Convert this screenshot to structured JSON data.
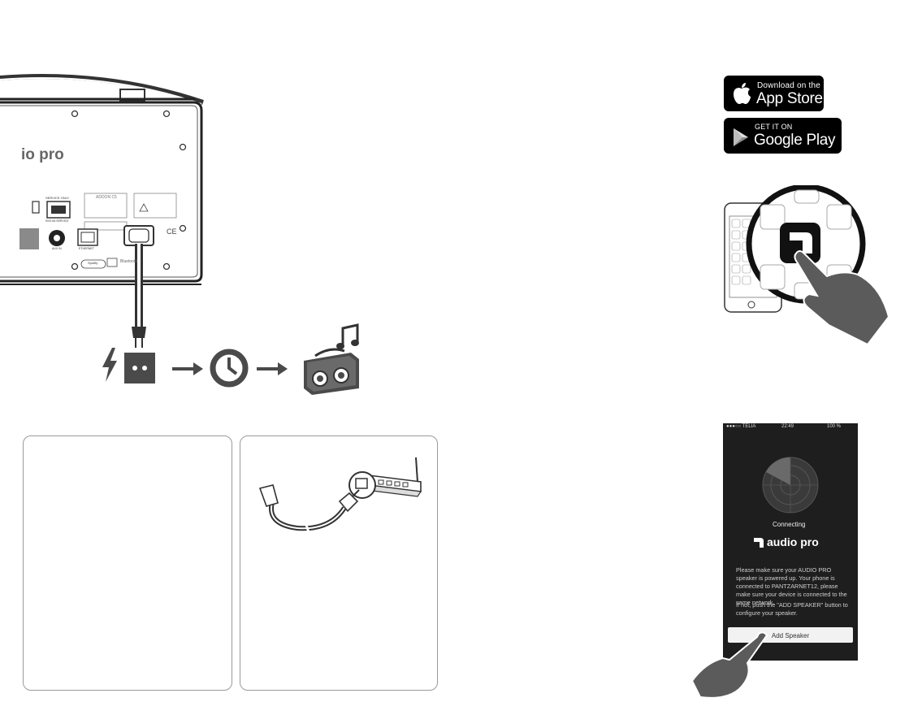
{
  "speaker_panel": {
    "brand": "io pro",
    "usb_label": "SERVICE ONLY",
    "usb_sub": "5V/0.5A SERVICE",
    "addon_label": "ADDON C5",
    "aux_label": "AUX IN",
    "ethernet_label": "ETHERNET",
    "ce_mark": "CE",
    "spotify_label": "Spotify",
    "bluetooth_label": "Bluetooth"
  },
  "badges": {
    "app_store_small": "Download on the",
    "app_store_big": "App Store",
    "google_play_small": "GET IT ON",
    "google_play_big": "Google Play"
  },
  "app_screen": {
    "status_left": "●●●○○ TELIA",
    "status_time": "22:49",
    "status_right": "100 %",
    "connecting": "Connecting",
    "logo_text": "audio pro",
    "message_1": "Please make sure your AUDIO PRO speaker is powered up. Your phone is connected to PANTZARNET12, please make sure your device is connected to the same network.",
    "message_2": "If not, push the \"ADD SPEAKER\" button to configure your speaker.",
    "add_button": "Add Speaker"
  },
  "icons": {
    "power": "lightning-bolt-icon",
    "outlet": "power-outlet-icon",
    "arrow": "arrow-right-icon",
    "clock": "clock-icon",
    "note": "music-note-icon",
    "apple": "apple-logo-icon",
    "play": "google-play-icon",
    "app": "audio-pro-app-icon",
    "hand": "pointing-hand-icon"
  }
}
